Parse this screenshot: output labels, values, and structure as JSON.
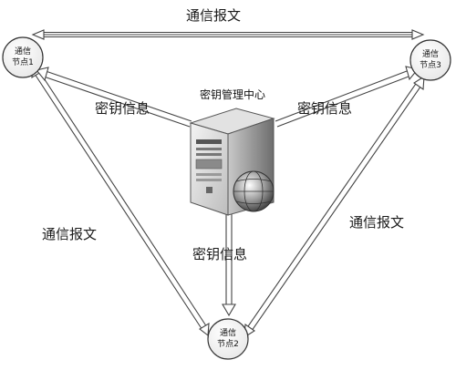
{
  "diagram": {
    "center": {
      "label": "密钥管理中心",
      "icon": "server-with-globe-icon"
    },
    "nodes": [
      {
        "id": "n1",
        "line1": "通信",
        "line2": "节点1"
      },
      {
        "id": "n2",
        "line1": "通信",
        "line2": "节点2"
      },
      {
        "id": "n3",
        "line1": "通信",
        "line2": "节点3"
      }
    ],
    "edge_labels": {
      "top": "通信报文",
      "left": "通信报文",
      "right": "通信报文",
      "key_left": "密钥信息",
      "key_right": "密钥信息",
      "key_bottom": "密钥信息"
    }
  }
}
